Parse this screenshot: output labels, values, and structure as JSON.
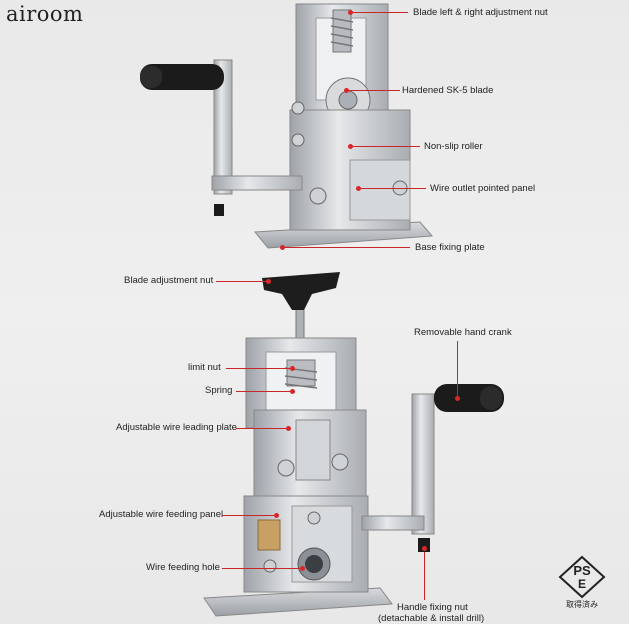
{
  "watermark": "airoom",
  "labels": {
    "top_blade_nut": "Blade left & right adjustment nut",
    "top_blade": "Hardened SK-5 blade",
    "top_roller": "Non-slip roller",
    "top_outlet": "Wire outlet pointed panel",
    "top_base": "Base fixing plate",
    "blade_adj_nut": "Blade adjustment nut",
    "hand_crank": "Removable hand crank",
    "limit_nut": "limit nut",
    "spring": "Spring",
    "leading_plate": "Adjustable wire leading plate",
    "feeding_panel": "Adjustable wire feeding panel",
    "feeding_hole": "Wire feeding hole",
    "handle_nut_1": "Handle fixing nut",
    "handle_nut_2": "(detachable & install drill)"
  },
  "pse_mark": {
    "letters_top": "PS",
    "letter_bottom": "E",
    "caption": "取得済み"
  },
  "colors": {
    "accent": "#d9262a",
    "metal": "#c9ccd0",
    "handle": "#1a1a1a"
  }
}
